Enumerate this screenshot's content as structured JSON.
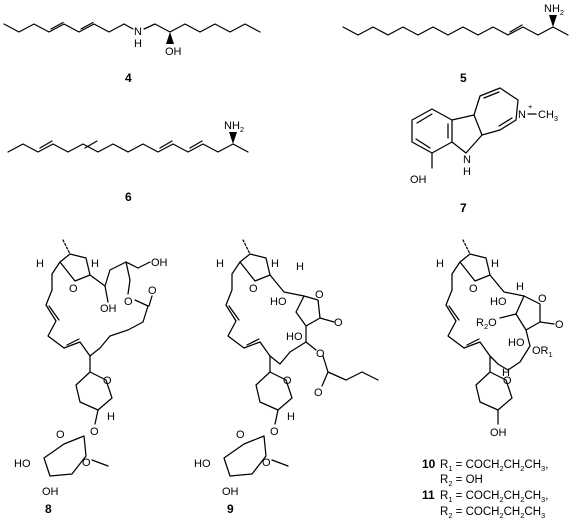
{
  "compounds": [
    {
      "id": "c4",
      "number": "4",
      "atoms": {
        "nh_label": "N",
        "nh_h": "H",
        "oh_label": "OH"
      }
    },
    {
      "id": "c5",
      "number": "5",
      "atoms": {
        "nh2_label": "NH",
        "nh2_sub": "2"
      }
    },
    {
      "id": "c6",
      "number": "6",
      "atoms": {
        "nh2_label": "NH",
        "nh2_sub": "2"
      }
    },
    {
      "id": "c7",
      "number": "7",
      "atoms": {
        "n_label": "N",
        "plus": "+",
        "methyl": "CH",
        "methyl_sub": "3",
        "nh_n": "N",
        "nh_h": "H",
        "oh_label": "OH"
      }
    },
    {
      "id": "c8",
      "number": "8",
      "atoms": {
        "o_ring1": "O",
        "oh1": "OH",
        "oh2": "OH",
        "o_ester": "O",
        "o_carbonyl": "O",
        "o_ring2": "O",
        "h1": "H",
        "h2": "H",
        "h3": "H",
        "o_glyco": "O",
        "o_sugar": "O",
        "ho1": "HO",
        "oh3": "OH",
        "ome": "O"
      }
    },
    {
      "id": "c9",
      "number": "9",
      "atoms": {
        "o_ring1": "O",
        "ho1": "HO",
        "o_lactone": "O",
        "o_carbonyl": "O",
        "ho2": "HO",
        "o_ester": "O",
        "o_ester_c": "O",
        "o_ring2": "O",
        "h1": "H",
        "h2": "H",
        "h3": "H",
        "h4": "H",
        "o_glyco": "O",
        "o_sugar": "O",
        "ho3": "HO",
        "oh3": "OH",
        "ome": "O"
      }
    },
    {
      "id": "c10",
      "number": "10",
      "atoms": {
        "o_ring1": "O",
        "ho1": "HO",
        "r2o": "R",
        "r2o_sub": "2",
        "r2o_o": "O",
        "o_lactone": "O",
        "o_carbonyl": "O",
        "ho2": "HO",
        "or1": "OR",
        "or1_sub": "1",
        "h1": "H",
        "h2": "H",
        "h3": "H",
        "h4": "H",
        "o_ring2": "O",
        "oh": "OH"
      }
    }
  ],
  "substituents": [
    {
      "compound": "10",
      "lines": [
        {
          "prefix": "R",
          "sub": "1",
          "rest": " = COCH",
          "sub2": "2",
          "rest2": "CH",
          "sub3": "2",
          "rest3": "CH",
          "sub4": "3",
          "tail": ","
        },
        {
          "prefix": "R",
          "sub": "2",
          "rest": " = OH",
          "sub2": "",
          "rest2": "",
          "sub3": "",
          "rest3": "",
          "sub4": "",
          "tail": ""
        }
      ]
    },
    {
      "compound": "11",
      "lines": [
        {
          "prefix": "R",
          "sub": "1",
          "rest": " = COCH",
          "sub2": "2",
          "rest2": "CH",
          "sub3": "2",
          "rest3": "CH",
          "sub4": "3",
          "tail": ","
        },
        {
          "prefix": "R",
          "sub": "2",
          "rest": " = COCH",
          "sub2": "2",
          "rest2": "CH",
          "sub3": "2",
          "rest3": "CH",
          "sub4": "3",
          "tail": ""
        }
      ]
    }
  ]
}
